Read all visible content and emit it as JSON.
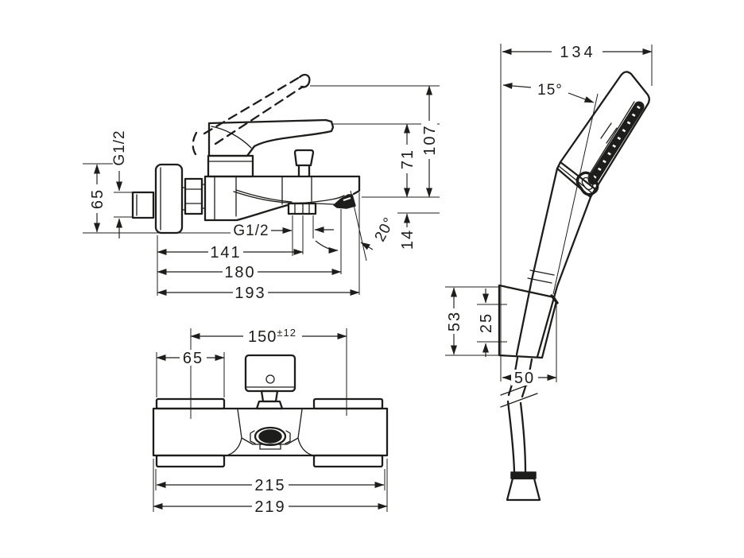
{
  "page": {
    "background": "#ffffff",
    "line_color": "#1d1d1b"
  },
  "views": {
    "mixer_side": {
      "dims": {
        "inlet_thread": "G1/2",
        "escutcheon_diameter": "65",
        "overall_height": "107",
        "handle_height": "71",
        "outlet_thread": "G1/2",
        "outlet_reach": "141",
        "spout_edge_reach": "180",
        "overall_reach": "193",
        "spout_angle": "20°",
        "spout_drop": "14"
      }
    },
    "hand_shower": {
      "dims": {
        "head_reach": "134",
        "head_angle": "15°",
        "holder_height": "53",
        "holder_offset": "25",
        "holder_reach": "50"
      }
    },
    "mixer_front": {
      "dims": {
        "connection_centers": "150",
        "connection_tolerance": "±12",
        "escutcheon_width": "65",
        "body_width": "215",
        "overall_width": "219"
      }
    }
  }
}
